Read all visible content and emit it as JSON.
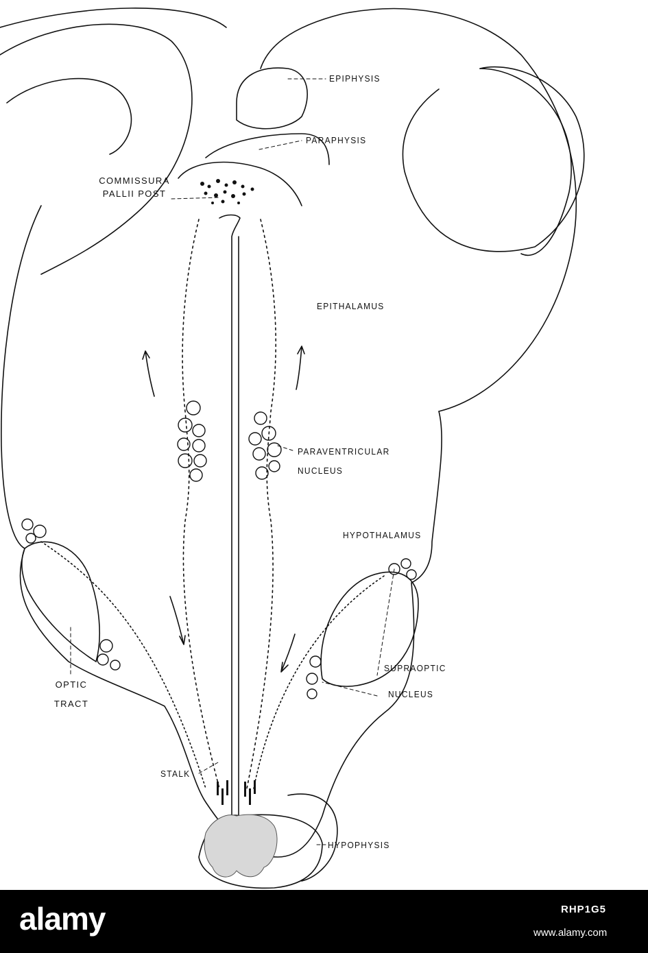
{
  "labels": {
    "epiphysis": "EPIPHYSIS",
    "paraphysis": "PARAPHYSIS",
    "commissura_line1": "COMMISSURA",
    "commissura_line2": "PALLII POST",
    "epithalamus": "EPITHALAMUS",
    "paraventricular_line1": "PARAVENTRICULAR",
    "paraventricular_line2": "NUCLEUS",
    "hypothalamus": "HYPOTHALAMUS",
    "supraoptic_line1": "SUPRAOPTIC",
    "supraoptic_line2": "NUCLEUS",
    "optic_line1": "OPTIC",
    "optic_line2": "TRACT",
    "stalk": "STALK",
    "hypophysis": "HYPOPHYSIS"
  },
  "footer": {
    "brand": "alamy",
    "image_id": "RHP1G5",
    "site": "www.alamy.com"
  },
  "colors": {
    "ink": "#111111",
    "stipple": "#555555",
    "footer_bg": "#000000",
    "footer_text": "#ffffff"
  }
}
